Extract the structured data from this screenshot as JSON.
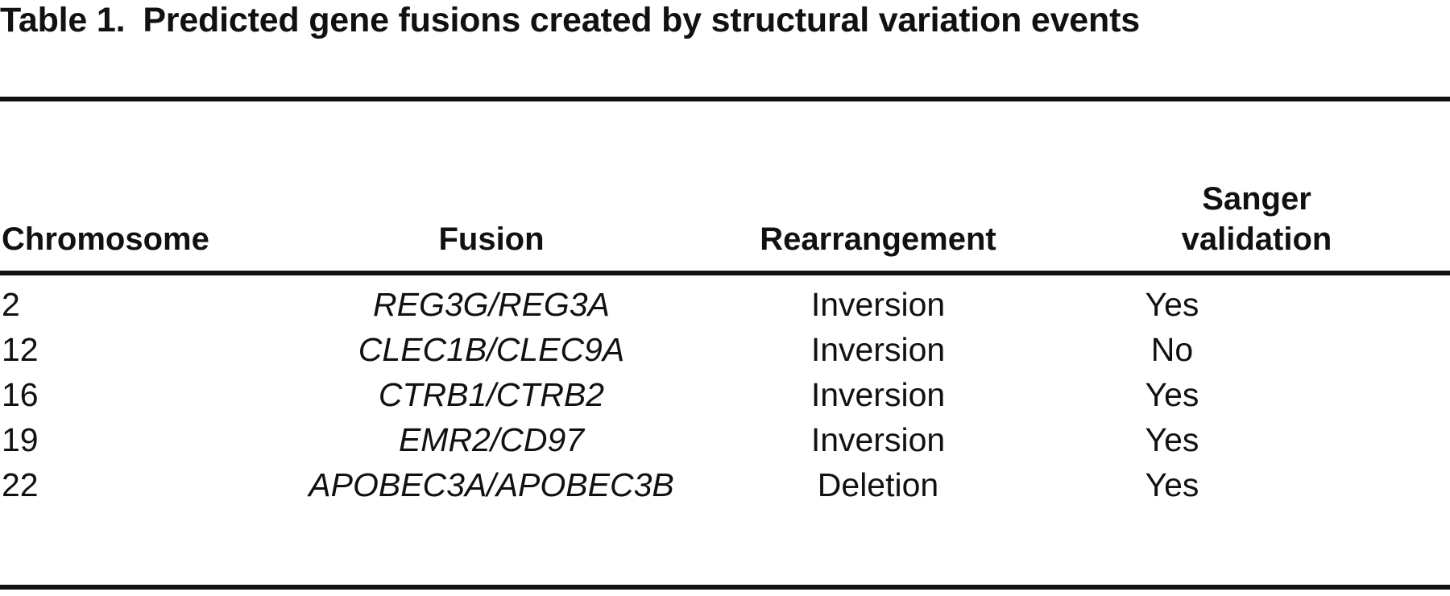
{
  "caption": {
    "label": "Table 1.",
    "text": "Predicted gene fusions created by structural variation events"
  },
  "table": {
    "columns": [
      {
        "key": "chromosome",
        "label": "Chromosome"
      },
      {
        "key": "fusion",
        "label": "Fusion"
      },
      {
        "key": "rearrangement",
        "label": "Rearrangement"
      },
      {
        "key": "sanger_validation",
        "label_line1": "Sanger",
        "label_line2": "validation"
      }
    ],
    "rows": [
      {
        "chromosome": "2",
        "fusion": "REG3G/REG3A",
        "rearrangement": "Inversion",
        "sanger_validation": "Yes"
      },
      {
        "chromosome": "12",
        "fusion": "CLEC1B/CLEC9A",
        "rearrangement": "Inversion",
        "sanger_validation": "No"
      },
      {
        "chromosome": "16",
        "fusion": "CTRB1/CTRB2",
        "rearrangement": "Inversion",
        "sanger_validation": "Yes"
      },
      {
        "chromosome": "19",
        "fusion": "EMR2/CD97",
        "rearrangement": "Inversion",
        "sanger_validation": "Yes"
      },
      {
        "chromosome": "22",
        "fusion": "APOBEC3A/APOBEC3B",
        "rearrangement": "Deletion",
        "sanger_validation": "Yes"
      }
    ]
  },
  "style": {
    "rule_color": "#111111",
    "text_color": "#111111",
    "background": "#ffffff"
  }
}
